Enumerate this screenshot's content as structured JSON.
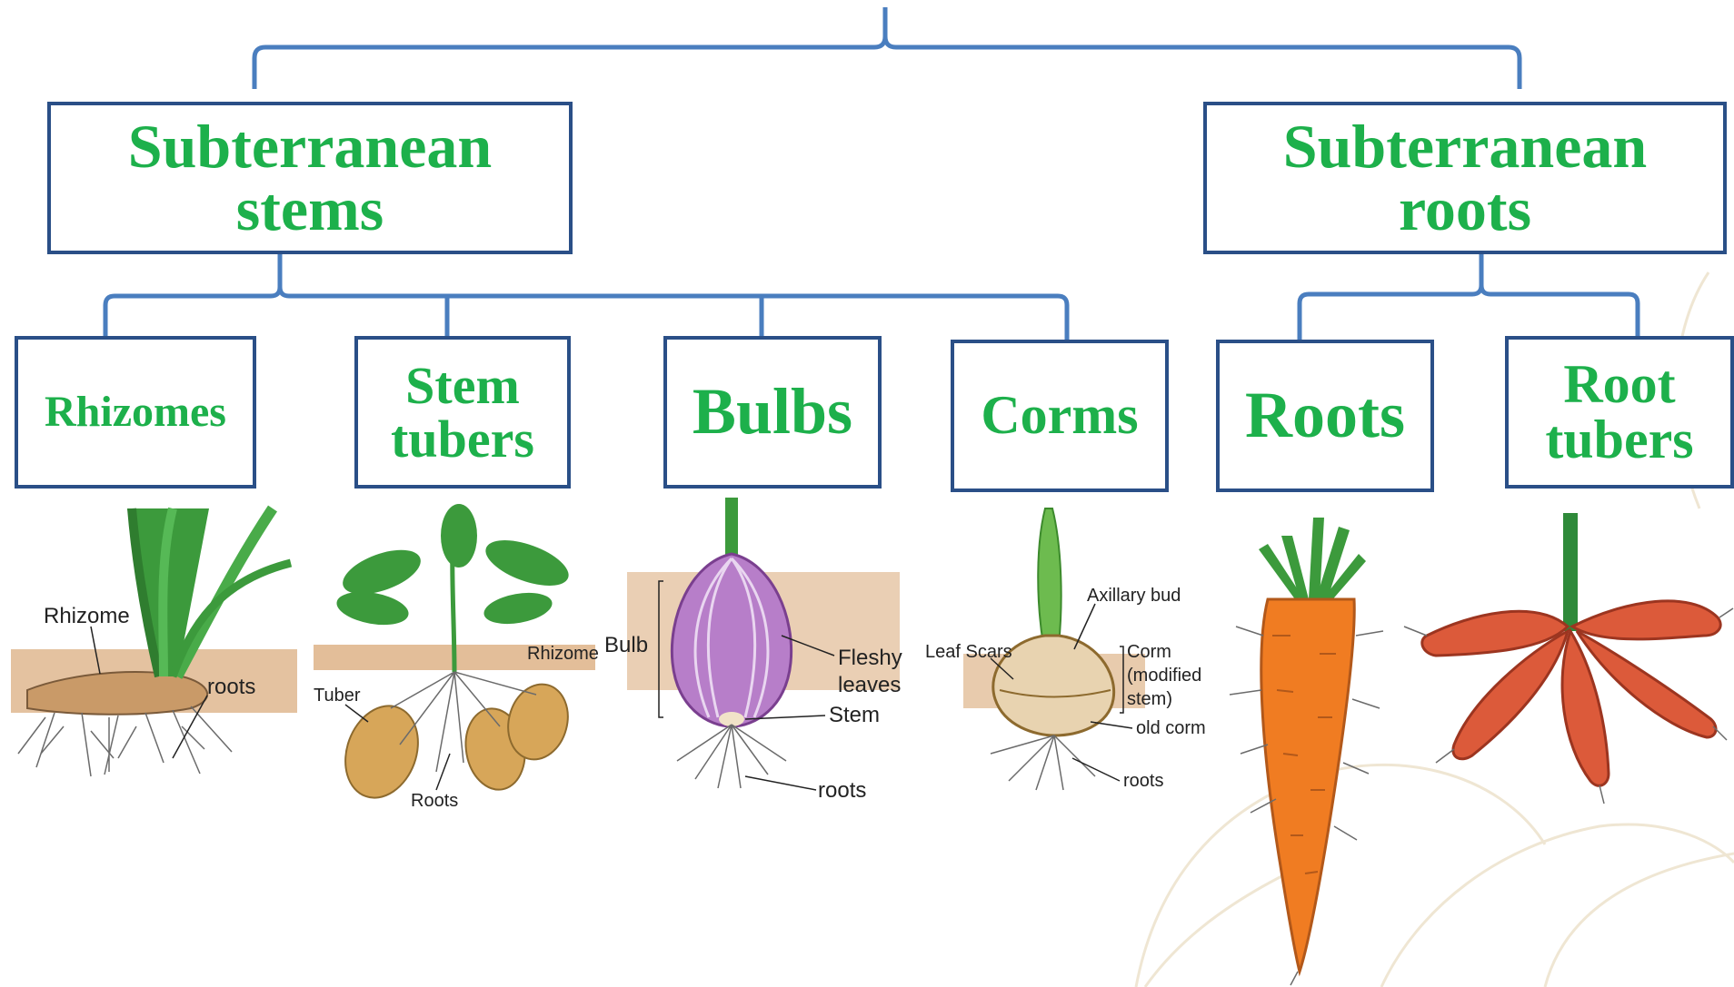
{
  "categories": {
    "stems": "Subterranean\nstems",
    "roots": "Subterranean\nroots"
  },
  "types": {
    "rhizomes": "Rhizomes",
    "stem_tubers": "Stem\ntubers",
    "bulbs": "Bulbs",
    "corms": "Corms",
    "roots": "Roots",
    "root_tubers": "Root\ntubers"
  },
  "illustration_labels": {
    "rhizome": {
      "rhizome": "Rhizome",
      "roots": "roots"
    },
    "stem_tuber": {
      "rhizome": "Rhizome",
      "tuber": "Tuber",
      "roots": "Roots"
    },
    "bulb": {
      "bulb": "Bulb",
      "fleshy": "Fleshy",
      "leaves": "leaves",
      "stem": "Stem",
      "roots": "roots"
    },
    "corm": {
      "axillary_bud": "Axillary bud",
      "leaf_scars": "Leaf Scars",
      "corm": "Corm",
      "modified": "(modified",
      "stem": "stem)",
      "old_corm": "old corm",
      "roots": "roots"
    }
  },
  "colors": {
    "box_border": "#2a4f87",
    "box_text": "#1db04b",
    "connector": "#4a7ebf",
    "soil": "#d9a877",
    "leaf": "#3c9a3c",
    "onion": "#b77ec9",
    "potato": "#d7a659",
    "carrot": "#f07c22",
    "root_tuber": "#dc5a3a"
  }
}
